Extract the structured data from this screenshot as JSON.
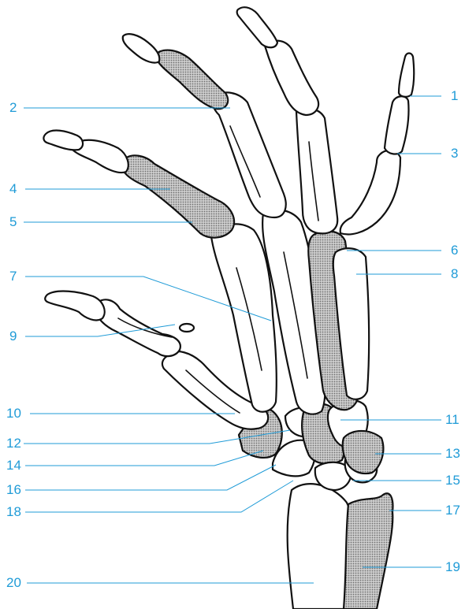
{
  "diagram": {
    "labels": [
      {
        "id": "1",
        "text": "1"
      },
      {
        "id": "2",
        "text": "2"
      },
      {
        "id": "3",
        "text": "3"
      },
      {
        "id": "4",
        "text": "4"
      },
      {
        "id": "5",
        "text": "5"
      },
      {
        "id": "6",
        "text": "6"
      },
      {
        "id": "7",
        "text": "7"
      },
      {
        "id": "8",
        "text": "8"
      },
      {
        "id": "9",
        "text": "9"
      },
      {
        "id": "10",
        "text": "10"
      },
      {
        "id": "11",
        "text": "11"
      },
      {
        "id": "12",
        "text": "12"
      },
      {
        "id": "13",
        "text": "13"
      },
      {
        "id": "14",
        "text": "14"
      },
      {
        "id": "15",
        "text": "15"
      },
      {
        "id": "16",
        "text": "16"
      },
      {
        "id": "17",
        "text": "17"
      },
      {
        "id": "18",
        "text": "18"
      },
      {
        "id": "19",
        "text": "19"
      },
      {
        "id": "20",
        "text": "20"
      }
    ],
    "colors": {
      "label": "#1f9bd7",
      "outline": "#111111",
      "shade": "#9a9a9a",
      "background": "#ffffff"
    }
  }
}
